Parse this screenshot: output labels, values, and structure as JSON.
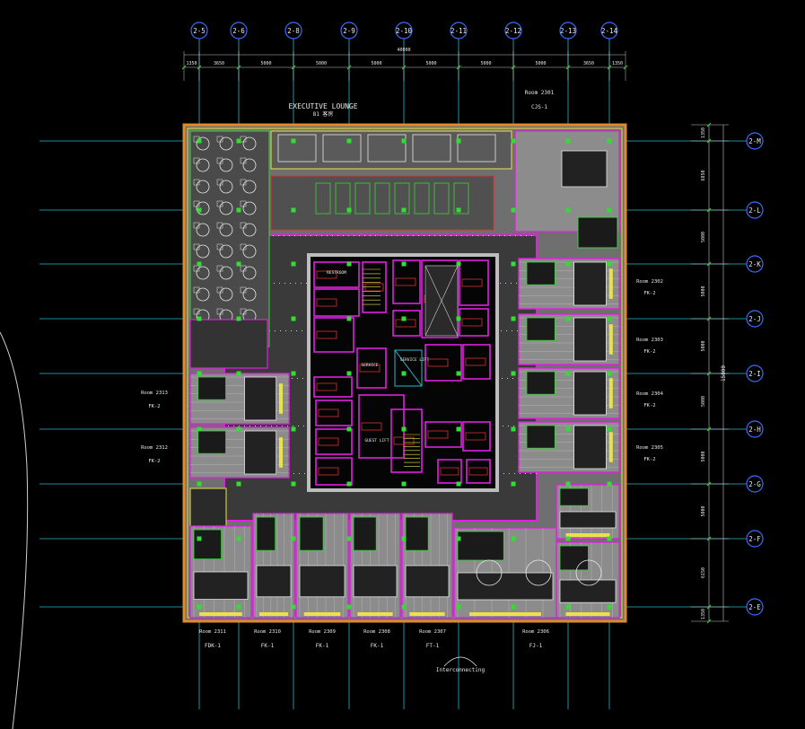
{
  "colors": {
    "background": "#000000",
    "grid_line": "#2ab8c8",
    "grid_bubble": "#3b6cff",
    "text_white": "#e8e8e8",
    "text_yellow": "#e9e24a",
    "wall_magenta": "#e020e0",
    "outline_orange": "#e08a2a",
    "floor_gray": "#8c8c8c",
    "core_dark": "#050505",
    "furniture_green": "#3cd23c",
    "accent_red": "#d83030",
    "dim_line": "#c8c8c8"
  },
  "grid": {
    "columns": [
      "2-5",
      "2-6",
      "2-8",
      "2-9",
      "2-10",
      "2-11",
      "2-12",
      "2-13",
      "2-14"
    ],
    "rows": [
      "2-M",
      "2-L",
      "2-K",
      "2-J",
      "2-I",
      "2-H",
      "2-G",
      "2-F",
      "2-E"
    ]
  },
  "dimensions": {
    "overall_top": "40000",
    "top_segments": [
      "1350",
      "3650",
      "5000",
      "5000",
      "5000",
      "5000",
      "5000",
      "5000",
      "3650",
      "1350"
    ],
    "overall_right": "15000",
    "right_segments": [
      "1350",
      "6850",
      "5000",
      "5000",
      "5000",
      "5000",
      "5000",
      "5000",
      "6150",
      "1350"
    ]
  },
  "labels": {
    "lounge_title": "EXECUTIVE LOUNGE",
    "lounge_sub": "81 客房",
    "room_2301": "Room 2301",
    "room_2301_type": "CJS-1",
    "right_rooms": [
      {
        "name": "Room 2302",
        "type": "FK-2"
      },
      {
        "name": "Room 2303",
        "type": "FK-2"
      },
      {
        "name": "Room 2304",
        "type": "FK-2"
      },
      {
        "name": "Room 2305",
        "type": "FK-2"
      }
    ],
    "left_rooms": [
      {
        "name": "Room 2313",
        "type": "FK-2"
      },
      {
        "name": "Room 2312",
        "type": "FK-2"
      }
    ],
    "bottom_rooms": [
      {
        "name": "Room 2311",
        "type": "FDK-1"
      },
      {
        "name": "Room 2310",
        "type": "FK-1"
      },
      {
        "name": "Room 2309",
        "type": "FK-1"
      },
      {
        "name": "Room 2308",
        "type": "FK-1"
      },
      {
        "name": "Room 2307",
        "type": "FT-1"
      },
      {
        "name": "Room 2306",
        "type": "FJ-1"
      }
    ],
    "interconnecting": "Interconnecting",
    "core_labels": [
      "RESTROOM",
      "SERVICE",
      "GUEST LIFT",
      "SERVICE LIFT"
    ]
  }
}
